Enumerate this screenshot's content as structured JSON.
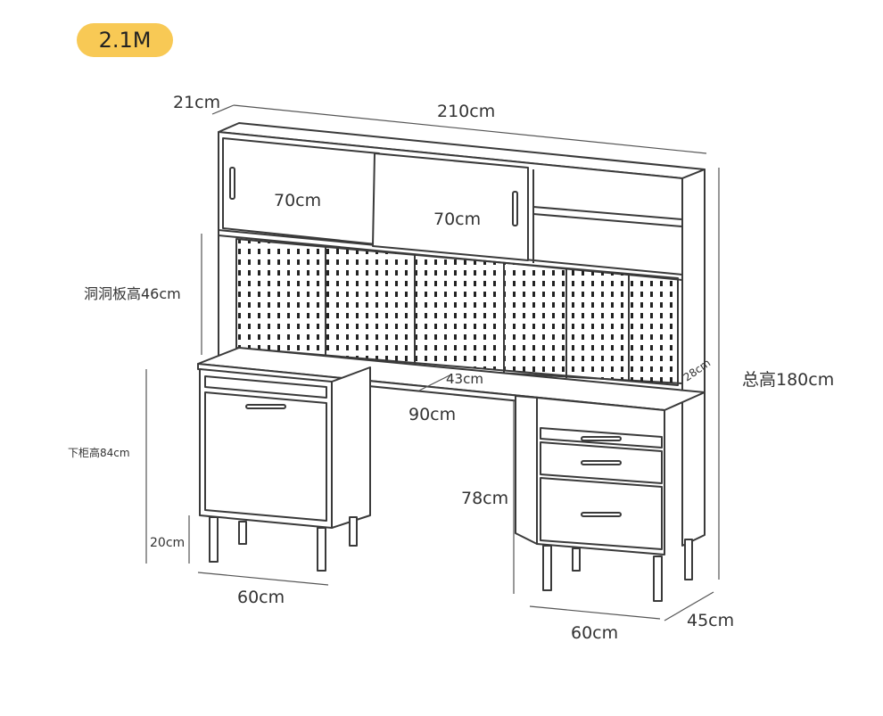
{
  "badge": "2.1M",
  "dimensions": {
    "depth_top": "21cm",
    "width_total": "210cm",
    "door_left": "70cm",
    "door_right": "70cm",
    "pegboard_height": "洞洞板高46cm",
    "shelf_28": "28cm",
    "total_height": "总高180cm",
    "desk_gap_43": "43cm",
    "desk_width": "90cm",
    "lower_cabinet_height": "下柜高84cm",
    "desk_height": "78cm",
    "leg_height": "20cm",
    "left_cabinet_width": "60cm",
    "right_cabinet_width": "60cm",
    "cabinet_depth": "45cm"
  },
  "colors": {
    "line": "#3a3a3a",
    "dim_line": "#555555",
    "panel": "#ffffff",
    "badge": "#f8c955"
  }
}
